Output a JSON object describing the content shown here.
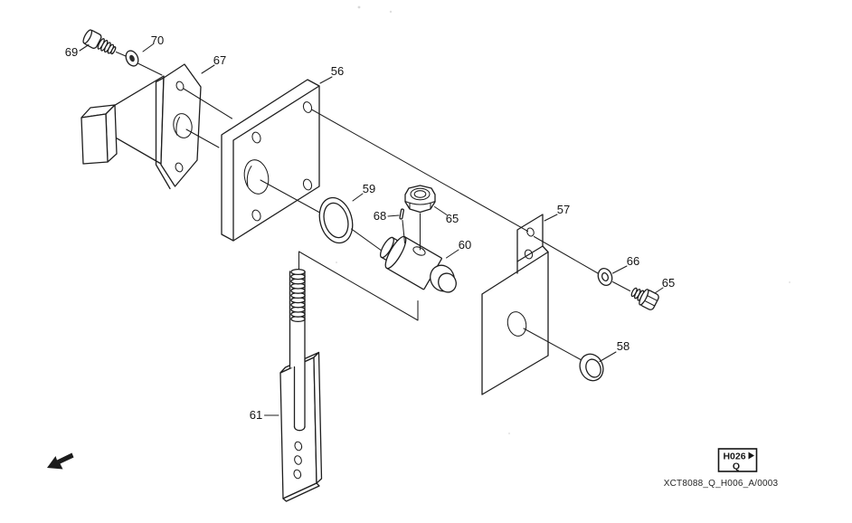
{
  "diagram": {
    "kind": "exploded-parts-diagram",
    "callouts": [
      {
        "part": "69"
      },
      {
        "part": "70"
      },
      {
        "part": "67"
      },
      {
        "part": "56"
      },
      {
        "part": "59"
      },
      {
        "part": "68"
      },
      {
        "part": "65"
      },
      {
        "part": "60"
      },
      {
        "part": "57"
      },
      {
        "part": "66"
      },
      {
        "part": "65"
      },
      {
        "part": "58"
      },
      {
        "part": "61"
      }
    ],
    "figure_code": "XCT8088_Q_H006_A/0003",
    "ref_box": {
      "code": "H026",
      "variant": "Q"
    },
    "colors": {
      "line": "#1e1e1e",
      "background": "#ffffff"
    }
  }
}
